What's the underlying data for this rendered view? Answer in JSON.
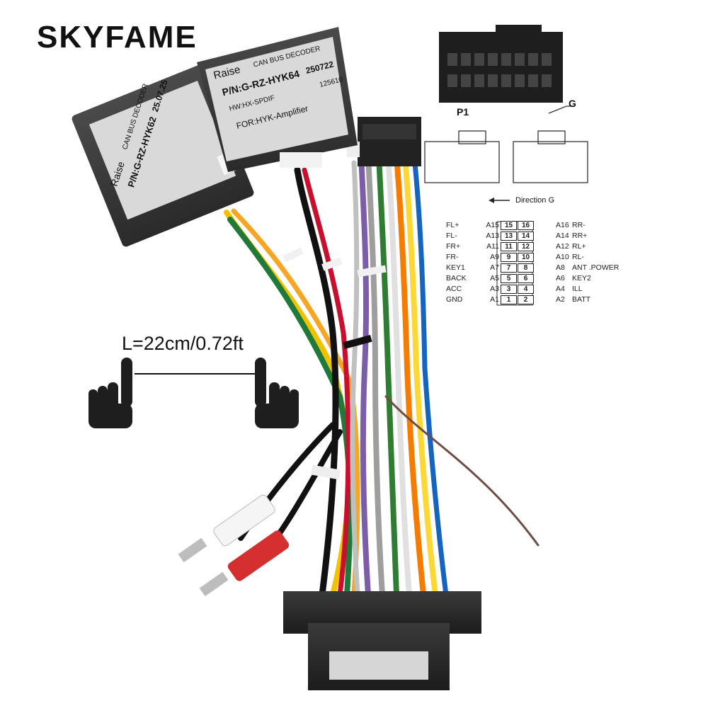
{
  "brand": "SKYFAME",
  "length_label": "L=22cm/0.72ft",
  "decoder_left": {
    "brand": "Raise",
    "type": "CAN BUS DECODER",
    "date": "25.07.25",
    "part_number": "P/N:G-RZ-HYK62"
  },
  "decoder_right": {
    "brand": "Raise",
    "type": "CAN BUS DECODER",
    "date": "250722",
    "part_number": "P/N:G-RZ-HYK64",
    "hw": "HW:HX-SPDIF",
    "serial": "125610",
    "for": "FOR:HYK-Amplifier"
  },
  "connector_label": "P1",
  "connector_g_label": "G",
  "direction_label": "Direction G",
  "pinout": [
    {
      "l_name": "FL+",
      "l_code": "A15",
      "l_num": "15",
      "r_num": "16",
      "r_code": "A16",
      "r_name": "RR-"
    },
    {
      "l_name": "FL-",
      "l_code": "A13",
      "l_num": "13",
      "r_num": "14",
      "r_code": "A14",
      "r_name": "RR+"
    },
    {
      "l_name": "FR+",
      "l_code": "A11",
      "l_num": "11",
      "r_num": "12",
      "r_code": "A12",
      "r_name": "RL+"
    },
    {
      "l_name": "FR-",
      "l_code": "A9",
      "l_num": "9",
      "r_num": "10",
      "r_code": "A10",
      "r_name": "RL-"
    },
    {
      "l_name": "KEY1",
      "l_code": "A7",
      "l_num": "7",
      "r_num": "8",
      "r_code": "A8",
      "r_name": "ANT .POWER"
    },
    {
      "l_name": "BACK",
      "l_code": "A5",
      "l_num": "5",
      "r_num": "6",
      "r_code": "A6",
      "r_name": "KEY2"
    },
    {
      "l_name": "ACC",
      "l_code": "A3",
      "l_num": "3",
      "r_num": "4",
      "r_code": "A4",
      "r_name": "ILL"
    },
    {
      "l_name": "GND",
      "l_code": "A1",
      "l_num": "1",
      "r_num": "2",
      "r_code": "A2",
      "r_name": "BATT"
    }
  ],
  "colors": {
    "decoder_body": "#3b3b3c",
    "label_bg": "#d9d9d9",
    "connector": "#2a2a2a",
    "text": "#111111"
  }
}
